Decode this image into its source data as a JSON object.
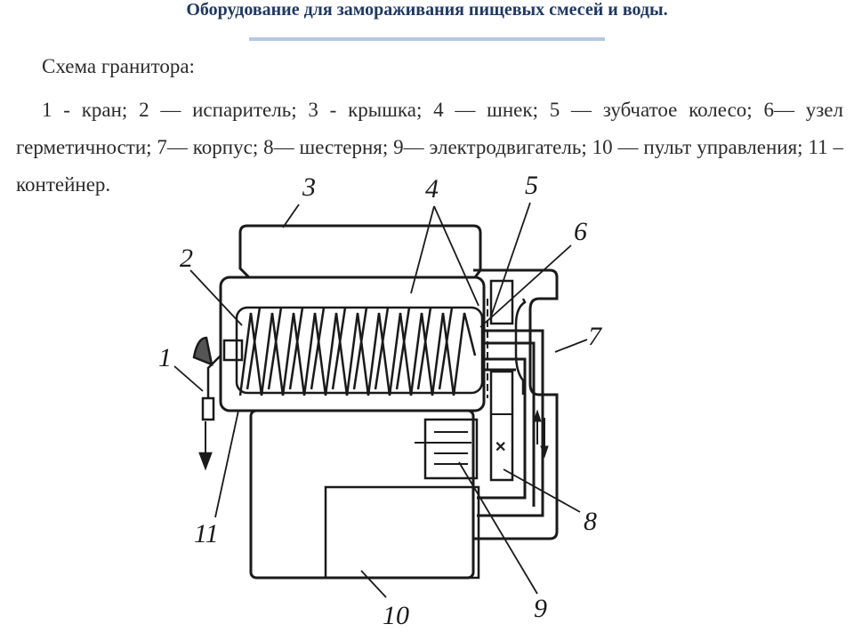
{
  "page": {
    "title": "Оборудование для замораживания пищевых смесей и воды.",
    "subheading": "Схема гранитора:",
    "legend": "1 - кран; 2 — испаритель; 3 - крышка; 4 — шнек; 5 — зубчатое колесо; 6— узел герметичности; 7— корпус; 8— шестерня; 9— электродвигатель; 10 — пульт управления; 11 – контейнер."
  },
  "diagram": {
    "labels": [
      "1",
      "2",
      "3",
      "4",
      "5",
      "6",
      "7",
      "8",
      "9",
      "10",
      "11"
    ],
    "colors": {
      "line": "#1a1a1a",
      "background": "#ffffff",
      "accent": "#1f3864"
    }
  }
}
